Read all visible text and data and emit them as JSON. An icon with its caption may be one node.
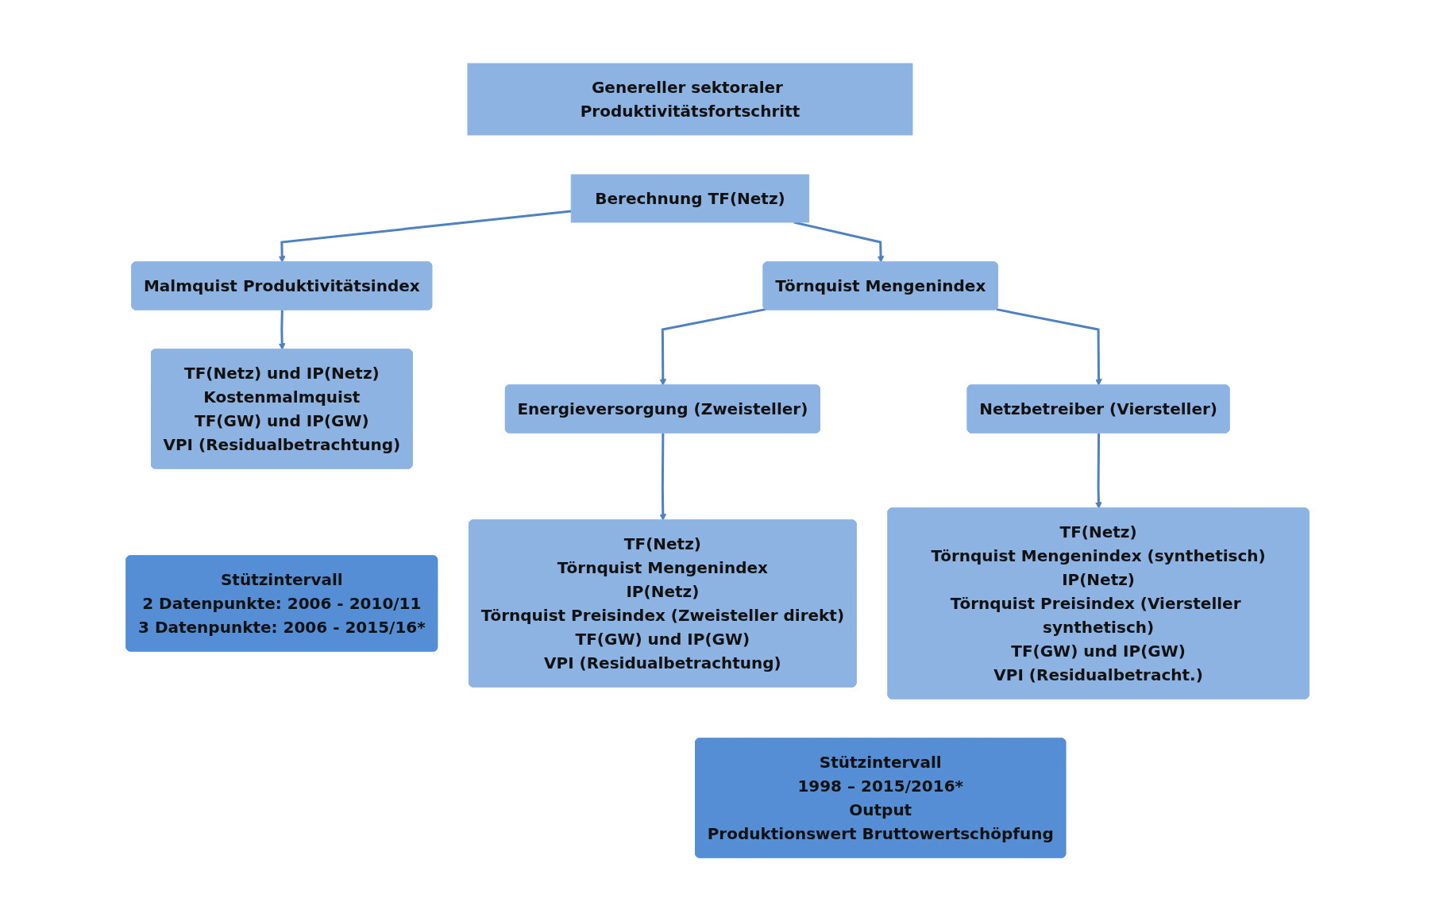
{
  "diagram": {
    "nodes": [
      {
        "text": [
          "Genereller sektoraler Produktivitätsfortschritt"
        ]
      },
      {
        "text": [
          "Berechnung TF(Netz)"
        ]
      },
      {
        "text": [
          "Malmquist Produktivitätsindex"
        ]
      },
      {
        "text": [
          "Törnquist Mengenindex"
        ]
      },
      {
        "text": [
          "Energieversorgung (Zweisteller)"
        ]
      },
      {
        "text": [
          "Netzbetreiber (Viersteller)"
        ]
      },
      {
        "text": [
          "TF(Netz) und IP(Netz)",
          "Kostenmalmquist",
          "TF(GW) und IP(GW)",
          "VPI (Residualbetrachtung)"
        ]
      },
      {
        "text": [
          "Stützintervall",
          "2 Datenpunkte: 2006 - 2010/11",
          "3 Datenpunkte: 2006 - 2015/16*"
        ]
      },
      {
        "text": [
          "TF(Netz)",
          "Törnquist Mengenindex",
          "IP(Netz)",
          "Törnquist Preisindex (Zweisteller direkt)",
          "TF(GW) und IP(GW)",
          "VPI (Residualbetrachtung)"
        ]
      },
      {
        "text": [
          "TF(Netz)",
          "Törnquist Mengenindex (synthetisch)",
          "IP(Netz)",
          "Törnquist Preisindex (Viersteller synthetisch)",
          "TF(GW) und IP(GW)",
          "VPI (Residualbetracht.)"
        ]
      },
      {
        "text": [
          "Stützintervall",
          "1998 – 2015/2016*",
          "Output",
          "Produktionswert Bruttowertschöpfung"
        ]
      }
    ],
    "edges": [
      {
        "from": 1,
        "to": 2,
        "arrow": "to"
      },
      {
        "from": 1,
        "to": 3,
        "arrow": "to"
      },
      {
        "from": 2,
        "to": 6,
        "arrow": "to"
      },
      {
        "from": 3,
        "to": 4,
        "arrow": "to"
      },
      {
        "from": 3,
        "to": 5,
        "arrow": "to"
      },
      {
        "from": 4,
        "to": 8,
        "arrow": "to"
      },
      {
        "from": 5,
        "to": 9,
        "arrow": "to"
      }
    ]
  }
}
